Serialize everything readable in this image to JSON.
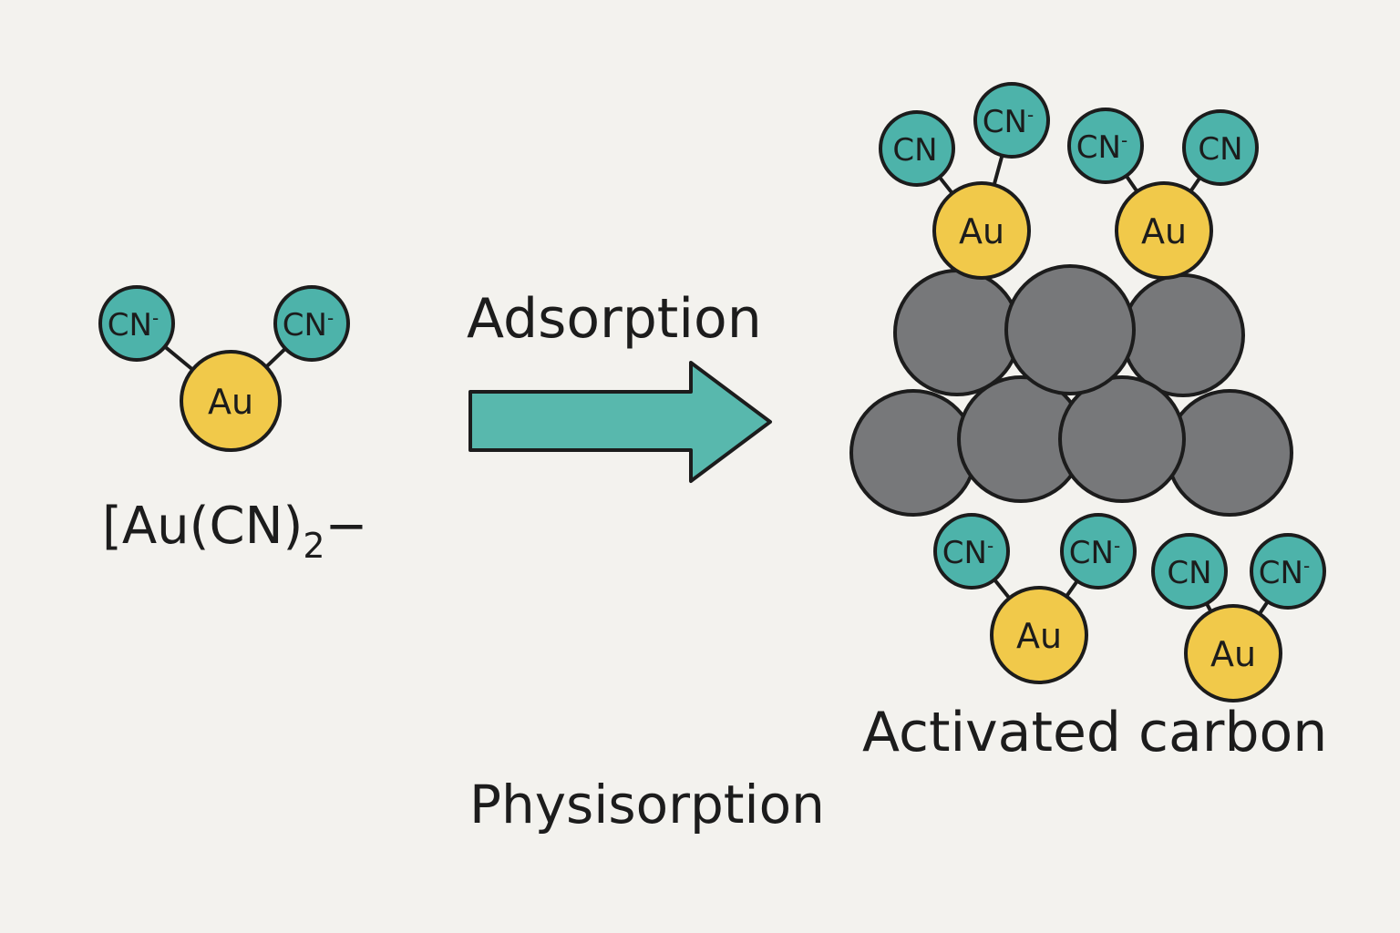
{
  "colors": {
    "background": "#f3f2ee",
    "cyanide": "#4db3aa",
    "gold": "#f1c94a",
    "carbon": "#77787a",
    "arrow": "#58b8ad",
    "outline": "#1c1c1c"
  },
  "free_complex": {
    "formula_main": "[Au(CN)",
    "formula_sub": "2",
    "formula_charge": "−",
    "center_label": "Au",
    "ligand_labels": [
      "CN",
      "CN"
    ],
    "ligand_charges": [
      "-",
      "-"
    ]
  },
  "arrow_labels": {
    "top": "Adsorption",
    "bottom": "Physisorption"
  },
  "carbon_label": "Activated carbon",
  "adsorbed_complexes": [
    {
      "center_label": "Au",
      "ligand_labels": [
        "CN",
        "CN"
      ],
      "ligand_charges": [
        "",
        "-"
      ]
    },
    {
      "center_label": "Au",
      "ligand_labels": [
        "CN",
        "CN"
      ],
      "ligand_charges": [
        "-",
        ""
      ]
    },
    {
      "center_label": "Au",
      "ligand_labels": [
        "CN",
        "CN"
      ],
      "ligand_charges": [
        "-",
        "-"
      ]
    },
    {
      "center_label": "Au",
      "ligand_labels": [
        "CN",
        "CN"
      ],
      "ligand_charges": [
        "",
        "-"
      ]
    }
  ],
  "icons": [
    "right-arrow-icon",
    "carbon-particle-cluster",
    "gold-cyanide-complex"
  ]
}
